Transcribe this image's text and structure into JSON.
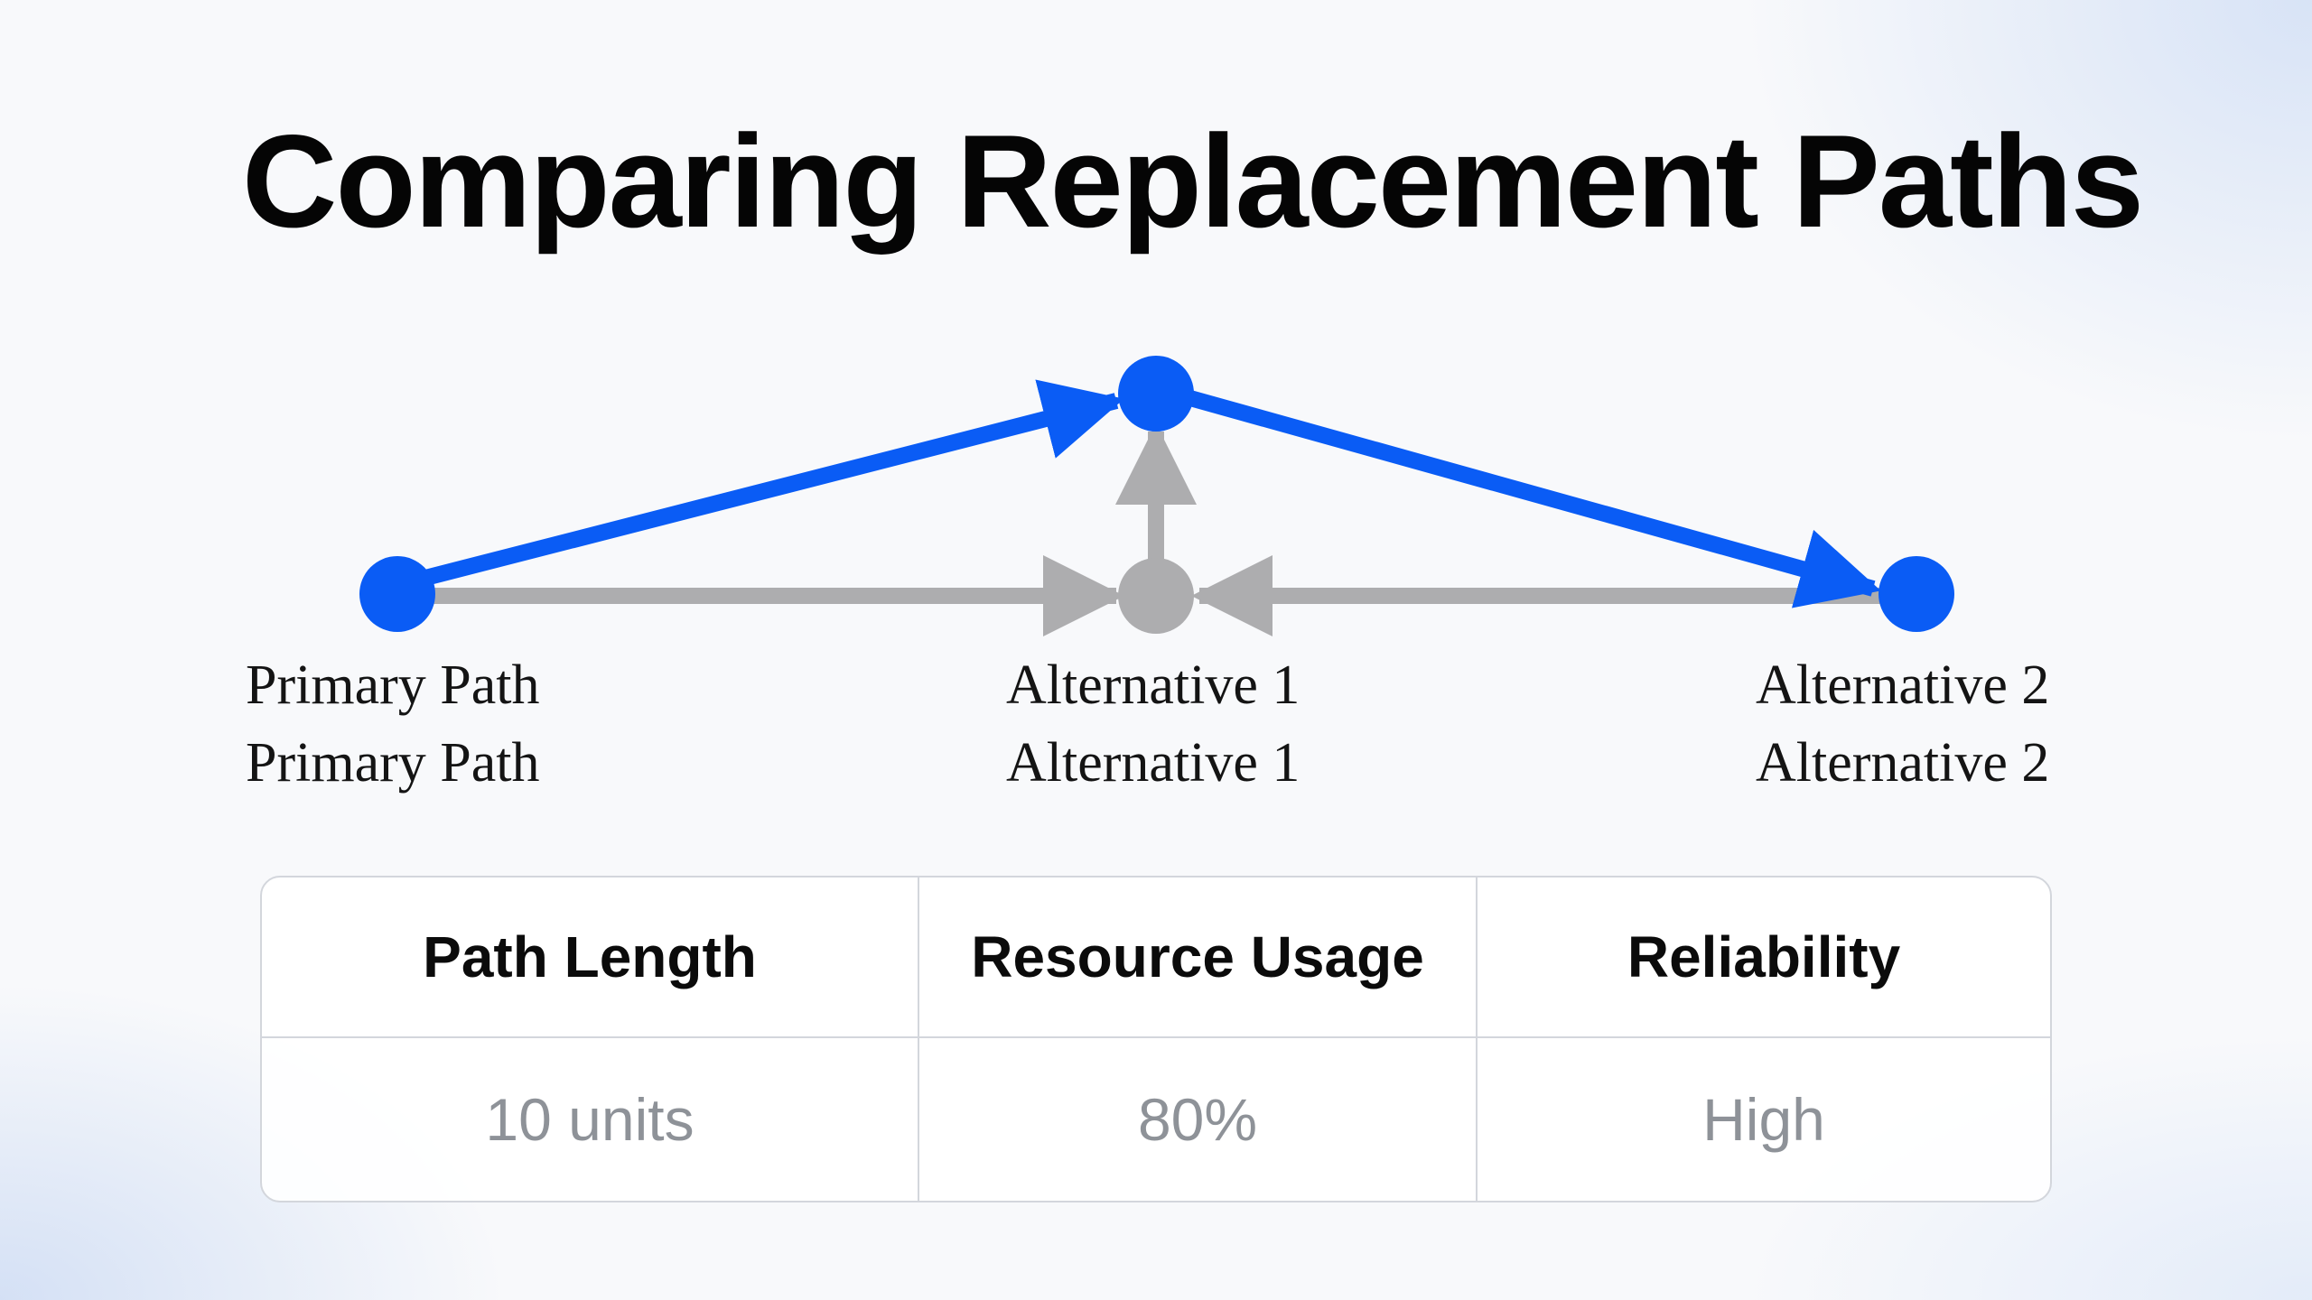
{
  "title": "Comparing Replacement Paths",
  "diagram": {
    "nodes": [
      {
        "id": "primary",
        "label_lines": [
          "Primary Path",
          "Primary Path"
        ],
        "color": "#0a5cf5"
      },
      {
        "id": "top",
        "label_lines": [],
        "color": "#0a5cf5"
      },
      {
        "id": "alt1",
        "label_lines": [
          "Alternative 1",
          "Alternative 1"
        ],
        "color": "#adadaf"
      },
      {
        "id": "alt2",
        "label_lines": [
          "Alternative 2",
          "Alternative 2"
        ],
        "color": "#0a5cf5"
      }
    ],
    "edges": [
      {
        "from": "primary",
        "to": "top",
        "style": "highlighted",
        "color": "#0a5cf5"
      },
      {
        "from": "top",
        "to": "alt2",
        "style": "highlighted",
        "color": "#0a5cf5"
      },
      {
        "from": "primary",
        "to": "alt1",
        "style": "alternative",
        "color": "#adadaf"
      },
      {
        "from": "alt2",
        "to": "alt1",
        "style": "alternative",
        "color": "#adadaf"
      },
      {
        "from": "alt1",
        "to": "top",
        "style": "alternative",
        "color": "#adadaf"
      }
    ]
  },
  "metrics": {
    "headers": [
      "Path Length",
      "Resource Usage",
      "Reliability"
    ],
    "values": [
      "10 units",
      "80%",
      "High"
    ]
  },
  "colors": {
    "accent": "#0a5cf5",
    "muted": "#adadaf",
    "value_text": "#8e9298"
  }
}
